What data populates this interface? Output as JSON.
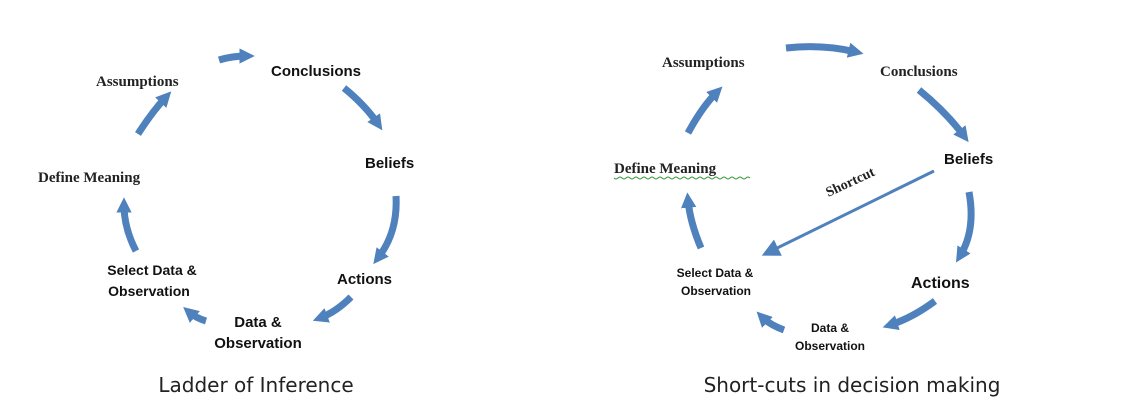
{
  "colors": {
    "arrow": "#4f81bd",
    "text": "#222222"
  },
  "left_diagram": {
    "caption": "Ladder of Inference",
    "nodes": {
      "assumptions": "Assumptions",
      "conclusions": "Conclusions",
      "beliefs": "Beliefs",
      "actions": "Actions",
      "data_line1": "Data &",
      "data_line2": "Observation",
      "select_line1": "Select Data &",
      "select_line2": "Observation",
      "define_meaning": "Define Meaning"
    }
  },
  "right_diagram": {
    "caption": "Short-cuts in decision making",
    "shortcut_label": "Shortcut",
    "nodes": {
      "assumptions": "Assumptions",
      "conclusions": "Conclusions",
      "beliefs": "Beliefs",
      "actions": "Actions",
      "data_line1": "Data &",
      "data_line2": "Observation",
      "select_line1": "Select Data &",
      "select_line2": "Observation",
      "define_meaning": "Define  Meaning"
    }
  }
}
